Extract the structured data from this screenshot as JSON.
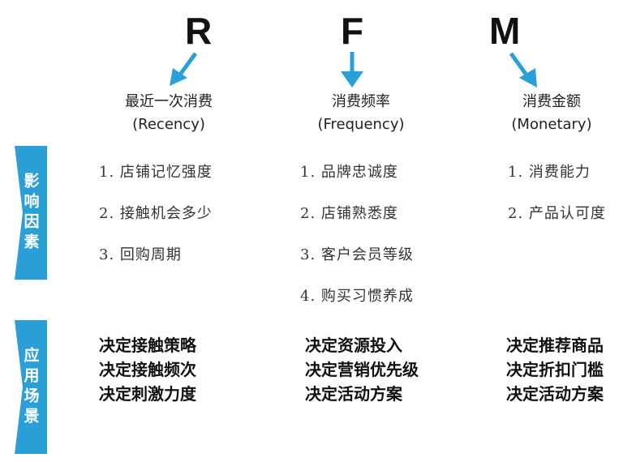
{
  "letters": [
    "R",
    "F",
    "M"
  ],
  "columns": [
    {
      "title": "最近一次消费",
      "subtitle": "(Recency)"
    },
    {
      "title": "消费频率",
      "subtitle": "(Frequency)"
    },
    {
      "title": "消费金额",
      "subtitle": "(Monetary)"
    }
  ],
  "tabs": {
    "factors": "影响因素",
    "applications": "应用场景"
  },
  "factors": [
    [
      "1. 店铺记忆强度",
      "2. 接触机会多少",
      "3. 回购周期"
    ],
    [
      "1. 品牌忠诚度",
      "2. 店铺熟悉度",
      "3. 客户会员等级",
      "4. 购买习惯养成"
    ],
    [
      "1. 消费能力",
      "2. 产品认可度"
    ]
  ],
  "applications": [
    [
      "决定接触策略",
      "决定接触频次",
      "决定刺激力度"
    ],
    [
      "决定资源投入",
      "决定营销优先级",
      "决定活动方案"
    ],
    [
      "决定推荐商品",
      "决定折扣门槛",
      "决定活动方案"
    ]
  ],
  "colors": {
    "accent": "#2a9fd8"
  }
}
